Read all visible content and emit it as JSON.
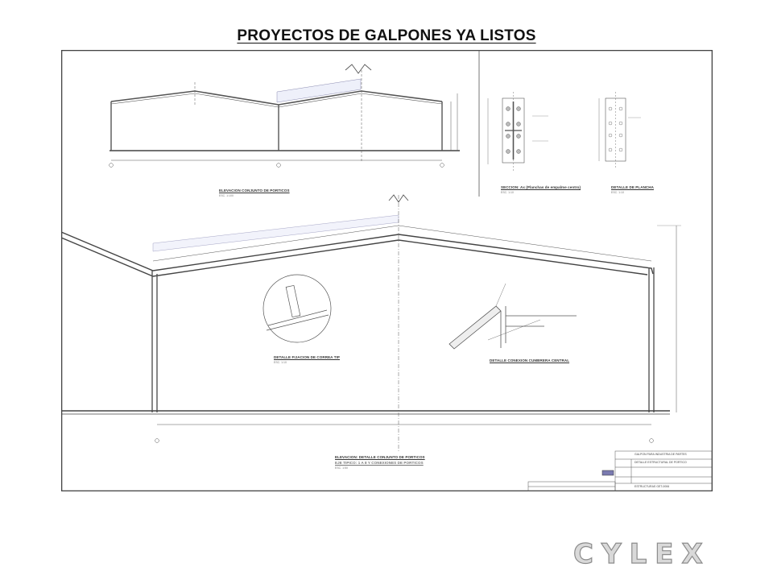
{
  "page": {
    "title": "PROYECTOS DE GALPONES  YA LISTOS"
  },
  "drawing": {
    "labels": {
      "elevation_top": "ELEVACION CONJUNTO DE PORTICOS",
      "elevation_top_scale": "ESC. 1:100",
      "section_detail": "SECCION: Ax (Planchas de empalme centro)",
      "section_detail_scale": "ESC. 1:10",
      "plate_detail": "DETALLE DE PLANCHA",
      "plate_detail_scale": "ESC. 1:10",
      "purlin_detail": "DETALLE FIJACION DE CORREA TIP",
      "purlin_detail_scale": "ESC. 1:10",
      "ridge_detail": "DETALLE CONEXION CUMBRERA CENTRAL",
      "main_elevation": "ELEVACION: DETALLE CONJUNTO DE PORTICOS",
      "main_elevation_sub": "EJE TIPICO: 1 A 8 Y CONEXIONES DE PORTICOS",
      "main_elevation_scale": "ESC. 1:50"
    },
    "title_block": {
      "project": "GALPON PARA INDUSTRIA DE PARTES",
      "sheet_name": "DETALLE ESTRUCTURAL DE PORTICO",
      "code": "ESTRUCTURAS GET-0006"
    }
  },
  "brand": {
    "logo_text": "CYLEX",
    "logo_color": "#d9d9d9",
    "logo_outline": "#8c8c8c"
  }
}
